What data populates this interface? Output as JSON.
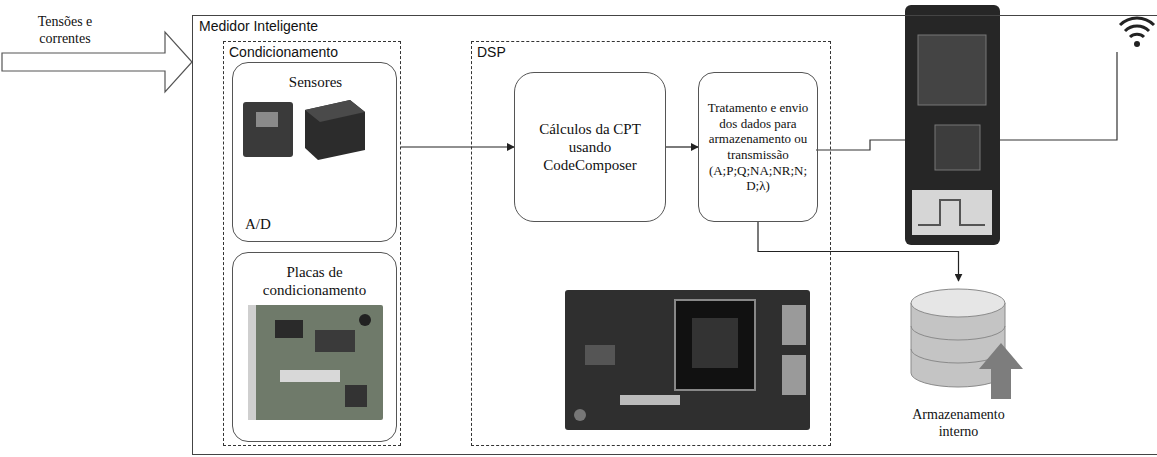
{
  "diagram": {
    "nodes": [
      {
        "text": [
          "Medidor Inteligente"
        ]
      },
      {
        "text": [
          "Condicionamento"
        ],
        "in": 0
      },
      {
        "text": [
          "Sensores",
          "A/D"
        ],
        "in": 1
      },
      {
        "text": [
          "Placas de condicionamento"
        ],
        "in": 1
      },
      {
        "text": [
          "DSP"
        ],
        "in": 0
      },
      {
        "text": [
          "Cálculos da CPT usando CodeComposer"
        ],
        "in": 4
      },
      {
        "text": [
          "Tratamento e envio dos dados para armazenamento ou transmissão (A;P;Q;NA;NR;N; D;λ)"
        ],
        "in": 4
      },
      {
        "text": [
          "Armazenamento interno"
        ],
        "in": 0
      }
    ],
    "edges": [
      {
        "from": 1,
        "to": 5,
        "arrow": "to"
      },
      {
        "from": 5,
        "to": 6,
        "arrow": "to"
      },
      {
        "from": 6,
        "to": 7,
        "arrow": "to"
      }
    ],
    "labels": [
      "Tensões e correntes"
    ]
  }
}
